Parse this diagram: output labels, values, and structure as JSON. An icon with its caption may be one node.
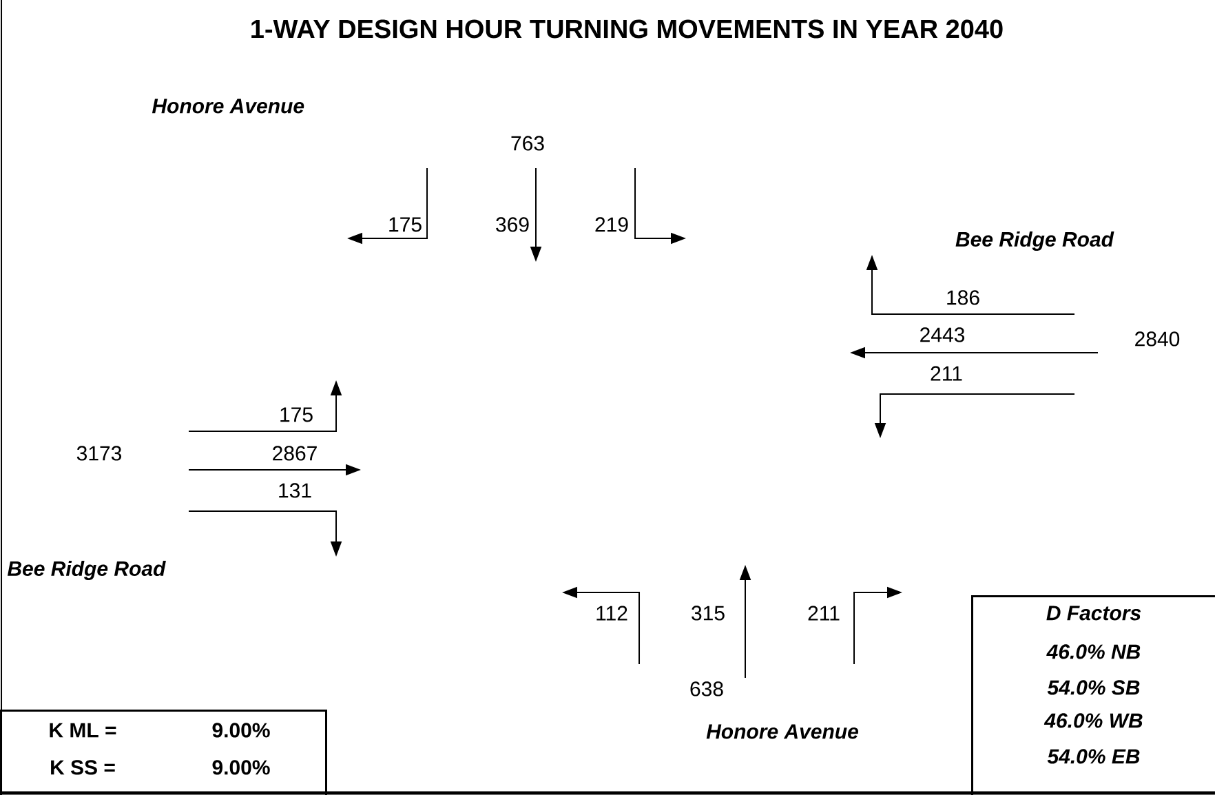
{
  "diagram": {
    "title": "1-WAY DESIGN HOUR TURNING MOVEMENTS IN YEAR 2040",
    "nodes": [
      {
        "text": [
          "K ML =",
          "9.00%",
          "K SS =",
          "9.00%"
        ]
      },
      {
        "text": [
          "D Factors",
          "46.0% NB",
          "54.0% SB",
          "46.0% WB",
          "54.0% EB"
        ]
      }
    ],
    "labels": [
      "Honore Avenue",
      "763",
      "175",
      "369",
      "219",
      "Bee Ridge Road",
      "186",
      "2443",
      "2840",
      "211",
      "175",
      "3173",
      "2867",
      "131",
      "Bee Ridge Road",
      "112",
      "315",
      "211",
      "638",
      "Honore Avenue"
    ]
  }
}
